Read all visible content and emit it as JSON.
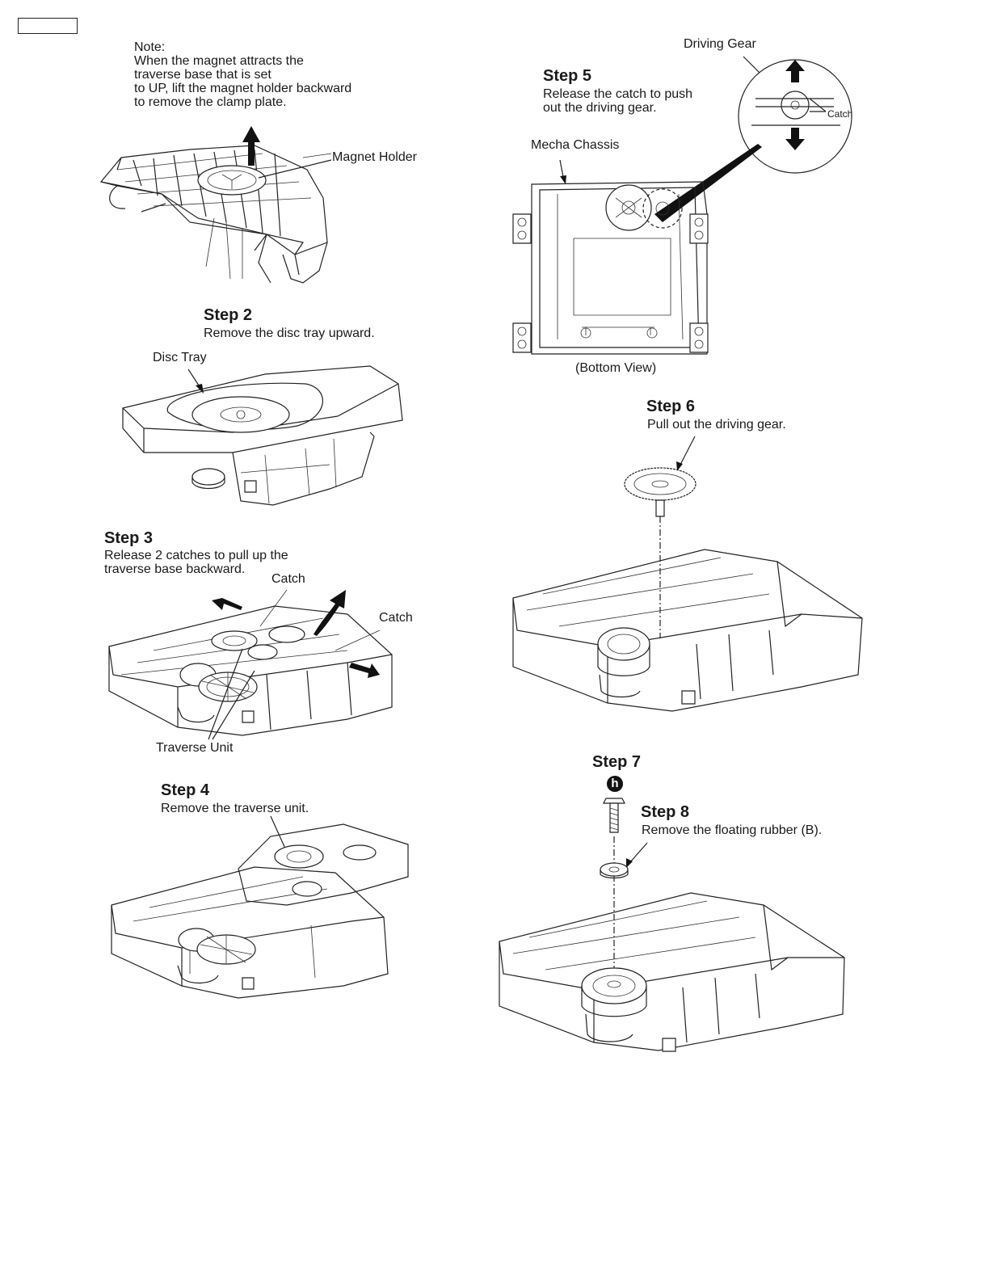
{
  "note": {
    "heading": "Note:",
    "lines": [
      "When the magnet attracts the",
      "traverse base that is set",
      "to UP, lift the magnet holder backward",
      "to remove the clamp plate."
    ],
    "label_magnet_holder": "Magnet Holder"
  },
  "step2": {
    "title": "Step 2",
    "text": "Remove the disc tray upward.",
    "label_disc_tray": "Disc Tray"
  },
  "step3": {
    "title": "Step 3",
    "lines": [
      "Release 2 catches to pull up the",
      "traverse base backward."
    ],
    "label_catch_1": "Catch",
    "label_catch_2": "Catch",
    "label_traverse_unit": "Traverse Unit"
  },
  "step4": {
    "title": "Step 4",
    "text": "Remove the traverse unit."
  },
  "step5": {
    "title": "Step 5",
    "lines": [
      "Release the catch to push",
      "out the driving gear."
    ],
    "label_driving_gear": "Driving Gear",
    "label_catch": "Catch",
    "label_mecha_chassis": "Mecha Chassis",
    "label_bottom_view": "(Bottom View)"
  },
  "step6": {
    "title": "Step 6",
    "text": "Pull out the driving gear."
  },
  "step7": {
    "title": "Step 7",
    "screw_symbol": "h"
  },
  "step8": {
    "title": "Step 8",
    "text": "Remove the floating rubber (B)."
  }
}
